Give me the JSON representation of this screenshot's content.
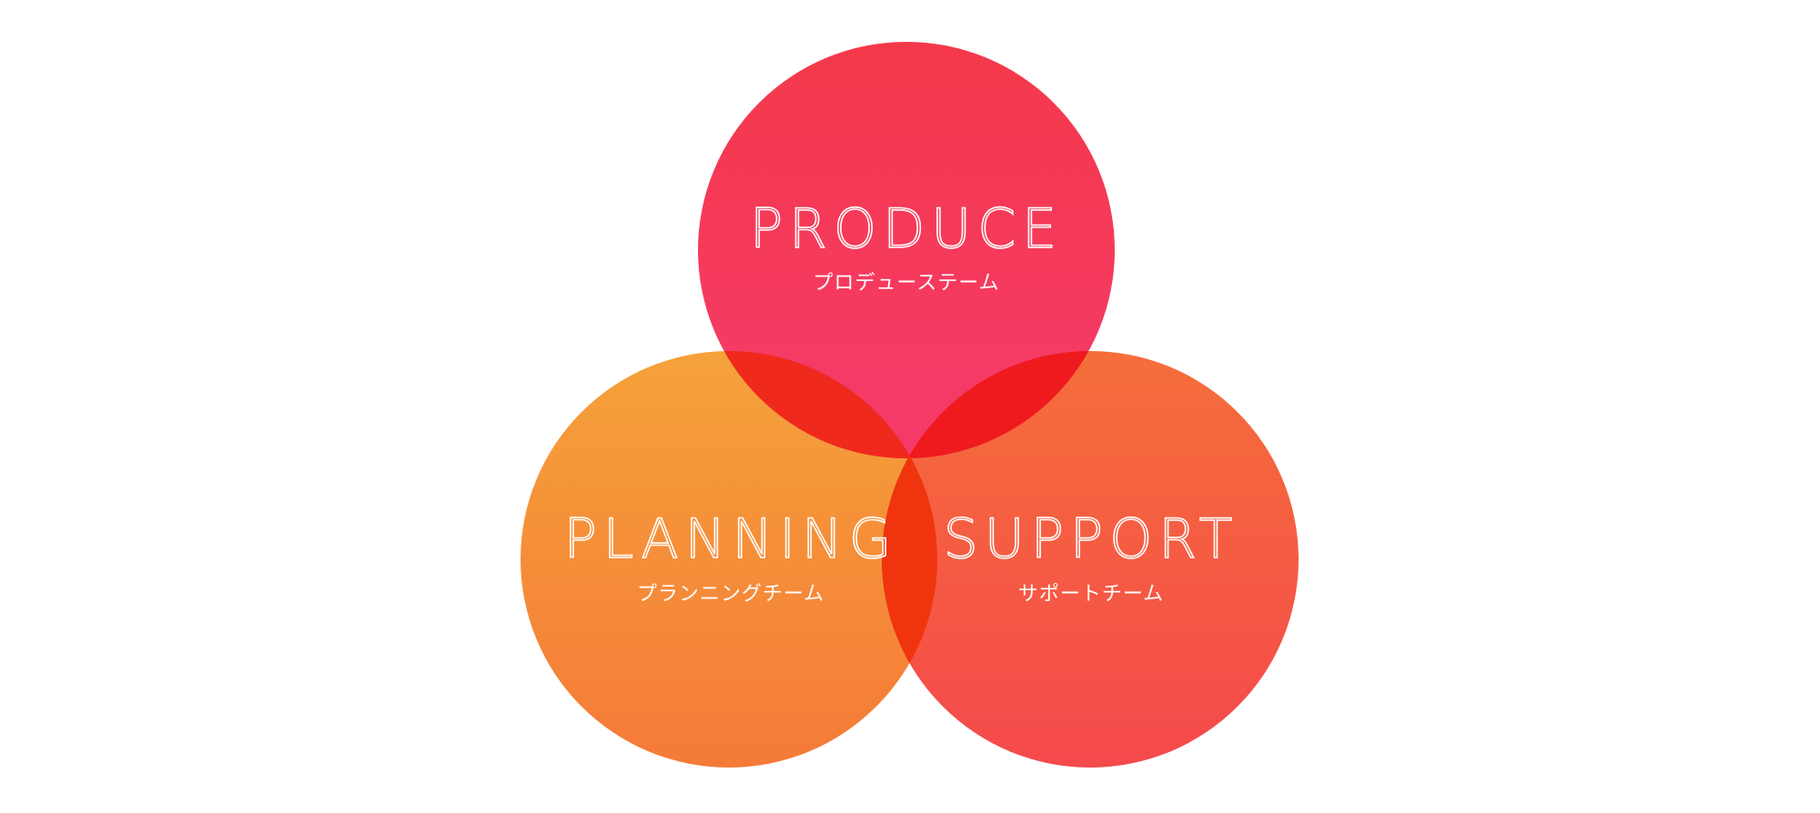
{
  "circles": [
    {
      "id": "produce",
      "title": "PRODUCE",
      "subtitle": "プロデューステーム",
      "gradient_top": "#f5394a",
      "gradient_bottom": "#f53a6c"
    },
    {
      "id": "planning",
      "title": "PLANNING",
      "subtitle": "プランニングチーム",
      "gradient_top": "#f5a23a",
      "gradient_bottom": "#f57a38"
    },
    {
      "id": "support",
      "title": "SUPPORT",
      "subtitle": "サポートチーム",
      "gradient_top": "#f56e3a",
      "gradient_bottom": "#f5494c"
    }
  ],
  "overlap_colors": {
    "produce_planning": "#f0291d",
    "produce_support": "#ee1a1e",
    "planning_support": "#f0340e"
  },
  "background": "#ffffff"
}
